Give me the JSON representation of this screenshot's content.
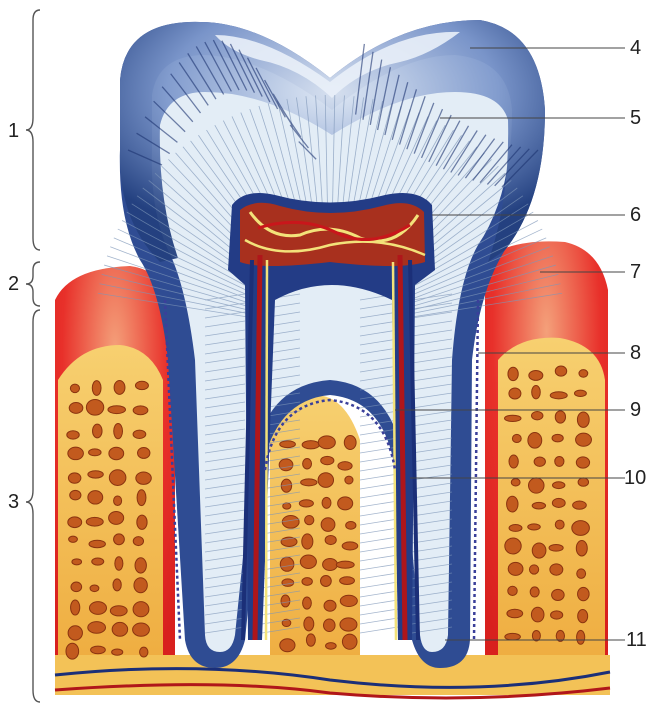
{
  "diagram": {
    "left_labels": [
      "1",
      "2",
      "3"
    ],
    "right_labels": [
      "4",
      "5",
      "6",
      "7",
      "8",
      "9",
      "10",
      "11"
    ]
  },
  "colors": {
    "enamel": "#2e4f9c",
    "enamel_light": "#9fb4dc",
    "dentin": "#e4eef6",
    "gum": "#e8302a",
    "bone": "#f2b94a",
    "bone_hole": "#c0501c",
    "vessel_red": "#b0161a",
    "vessel_blue": "#1b2f78",
    "nerve": "#f3e27a"
  }
}
